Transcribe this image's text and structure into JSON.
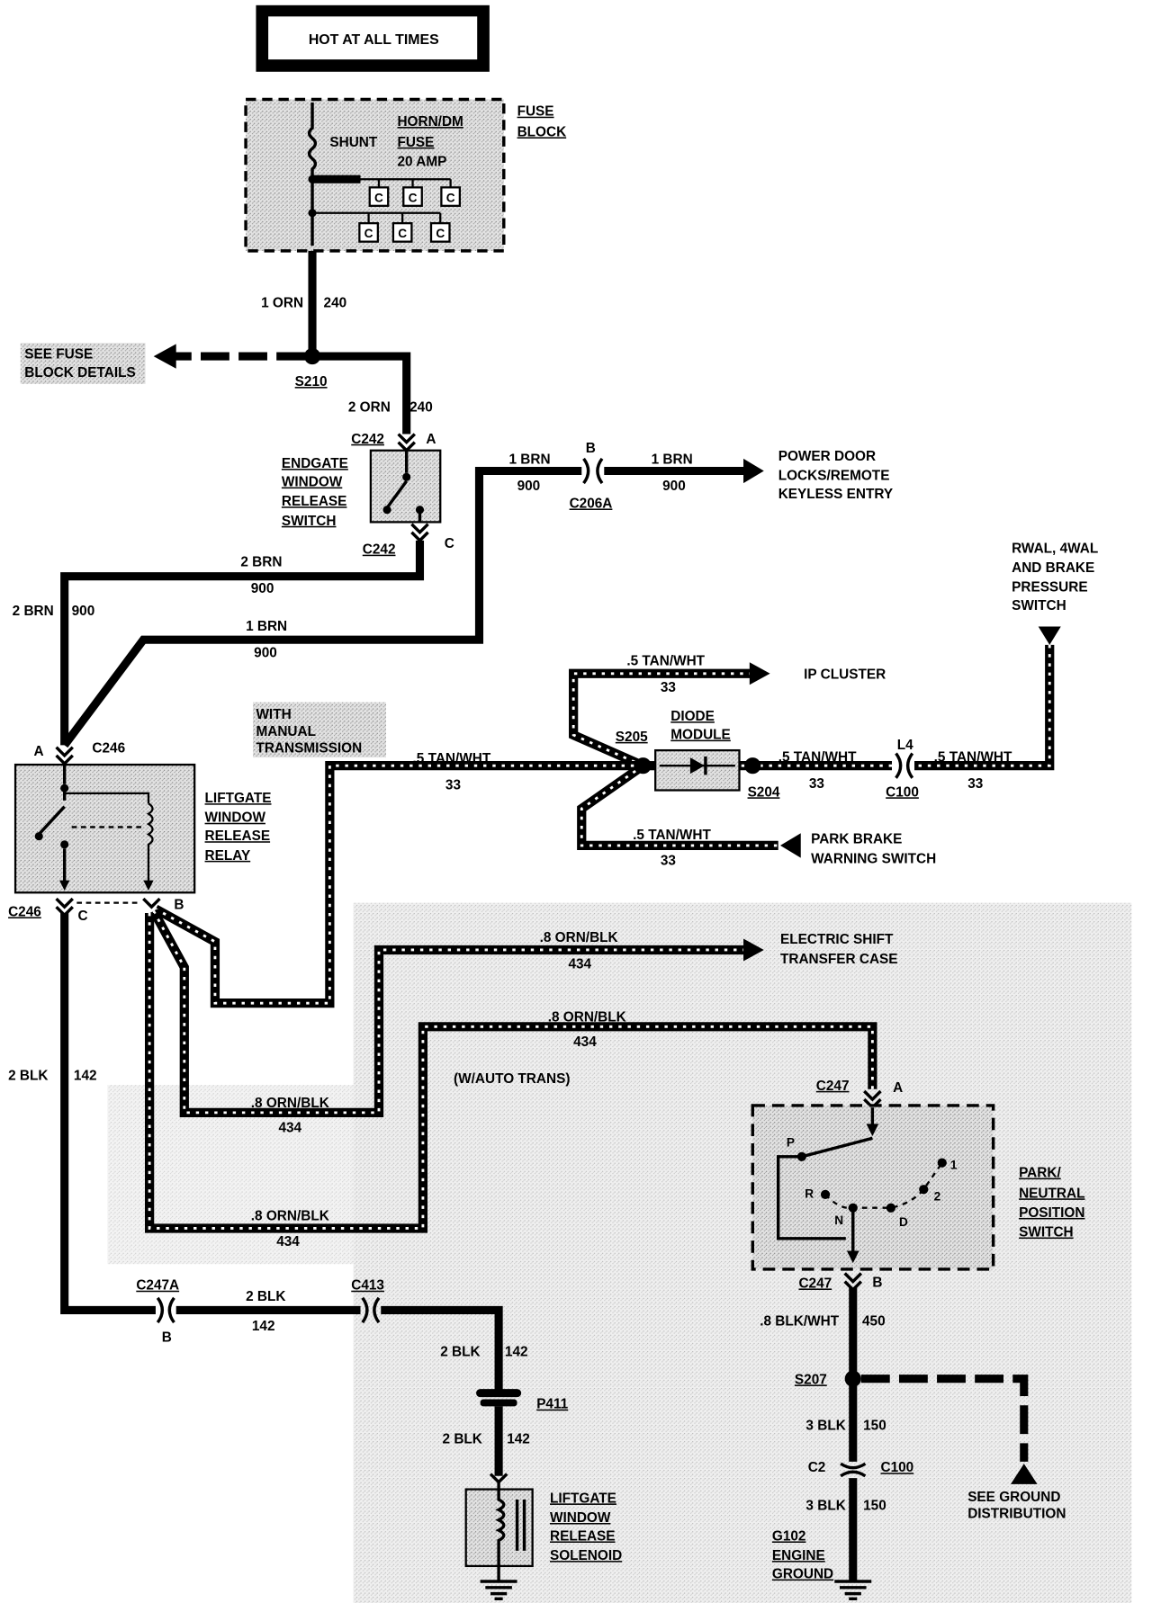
{
  "header": {
    "label": "HOT AT ALL TIMES"
  },
  "fuse_block": {
    "label": [
      "FUSE",
      "BLOCK"
    ],
    "shunt": "SHUNT",
    "fuse": [
      "HORN/DM",
      "FUSE",
      "20 AMP"
    ],
    "cavities": [
      "C",
      "C",
      "C",
      "C",
      "C",
      "C"
    ]
  },
  "w_orn_1": {
    "gauge": "1 ORN",
    "circuit": "240"
  },
  "see_fuse": [
    "SEE FUSE",
    "BLOCK DETAILS"
  ],
  "s210": "S210",
  "w_orn_2": {
    "gauge": "2 ORN",
    "circuit": "240"
  },
  "endgate_switch": {
    "label": [
      "ENDGATE",
      "WINDOW",
      "RELEASE",
      "SWITCH"
    ],
    "conn_top": "C242",
    "pin_top": "A",
    "conn_bottom": "C242",
    "pin_bottom": "C"
  },
  "w_brn_c206a": {
    "gauge_in": "1 BRN",
    "circuit_in": "900",
    "pin": "B",
    "connector": "C206A",
    "gauge_out": "1 BRN",
    "circuit_out": "900"
  },
  "power_door": [
    "POWER DOOR",
    "LOCKS/REMOTE",
    "KEYLESS ENTRY"
  ],
  "w_brn_2": {
    "gauge": "2 BRN",
    "circuit": "900"
  },
  "w_brn_2_left": {
    "gauge": "2 BRN",
    "circuit": "900"
  },
  "w_brn_1": {
    "gauge": "1 BRN",
    "circuit": "900"
  },
  "rwal": [
    "RWAL, 4WAL",
    "AND BRAKE",
    "PRESSURE",
    "SWITCH"
  ],
  "ip_cluster": {
    "gauge": ".5 TAN/WHT",
    "circuit": "33",
    "label": "IP CLUSTER"
  },
  "diode_module": {
    "label": [
      "DIODE",
      "MODULE"
    ],
    "s205": "S205",
    "s204": "S204"
  },
  "w_tan_s204": {
    "gauge": ".5 TAN/WHT",
    "circuit": "33"
  },
  "c100_l4": {
    "pin": "L4",
    "connector": "C100"
  },
  "w_tan_right": {
    "gauge": ".5 TAN/WHT",
    "circuit": "33"
  },
  "manual_note": [
    "WITH",
    "MANUAL",
    "TRANSMISSION"
  ],
  "w_tan_left": {
    "gauge": ".5 TAN/WHT",
    "circuit": "33"
  },
  "park_brake": {
    "gauge": ".5 TAN/WHT",
    "circuit": "33",
    "label": [
      "PARK BRAKE",
      "WARNING SWITCH"
    ]
  },
  "relay": {
    "label": [
      "LIFTGATE",
      "WINDOW",
      "RELEASE",
      "RELAY"
    ],
    "pin_a": "A",
    "conn_top": "C246",
    "conn_bottom": "C246",
    "pin_c": "C",
    "pin_b": "B"
  },
  "transfer_case": [
    "ELECTRIC SHIFT",
    "TRANSFER CASE"
  ],
  "w_ornblk": [
    {
      "gauge": ".8 ORN/BLK",
      "circuit": "434"
    },
    {
      "gauge": ".8 ORN/BLK",
      "circuit": "434"
    },
    {
      "gauge": ".8 ORN/BLK",
      "circuit": "434"
    },
    {
      "gauge": ".8 ORN/BLK",
      "circuit": "434"
    }
  ],
  "auto_note": "(W/AUTO TRANS)",
  "w_blk_left": {
    "gauge": "2 BLK",
    "circuit": "142"
  },
  "pnp_switch": {
    "label": [
      "PARK/",
      "NEUTRAL",
      "POSITION",
      "SWITCH"
    ],
    "conn_top": "C247",
    "pin_a": "A",
    "conn_bottom": "C247",
    "pin_b": "B",
    "positions": [
      "P",
      "R",
      "N",
      "D",
      "1",
      "2"
    ]
  },
  "w_blk_bottom": {
    "conn1": "C247A",
    "pin1": "B",
    "gauge": "2 BLK",
    "circuit": "142",
    "conn2": "C413"
  },
  "w_blk_p411": {
    "gauge_in": "2 BLK",
    "circuit_in": "142",
    "connector": "P411",
    "gauge_out": "2 BLK",
    "circuit_out": "142"
  },
  "solenoid": [
    "LIFTGATE",
    "WINDOW",
    "RELEASE",
    "SOLENOID"
  ],
  "w_blkwht": {
    "gauge": ".8  BLK/WHT",
    "circuit": "450"
  },
  "s207": "S207",
  "w_blk3": {
    "gauge": "3 BLK",
    "circuit": "150",
    "pin": "C2",
    "connector": "C100",
    "gauge2": "3 BLK",
    "circuit2": "150"
  },
  "see_ground": [
    "SEE GROUND",
    "DISTRIBUTION"
  ],
  "g102": [
    "G102",
    "ENGINE",
    "GROUND"
  ]
}
